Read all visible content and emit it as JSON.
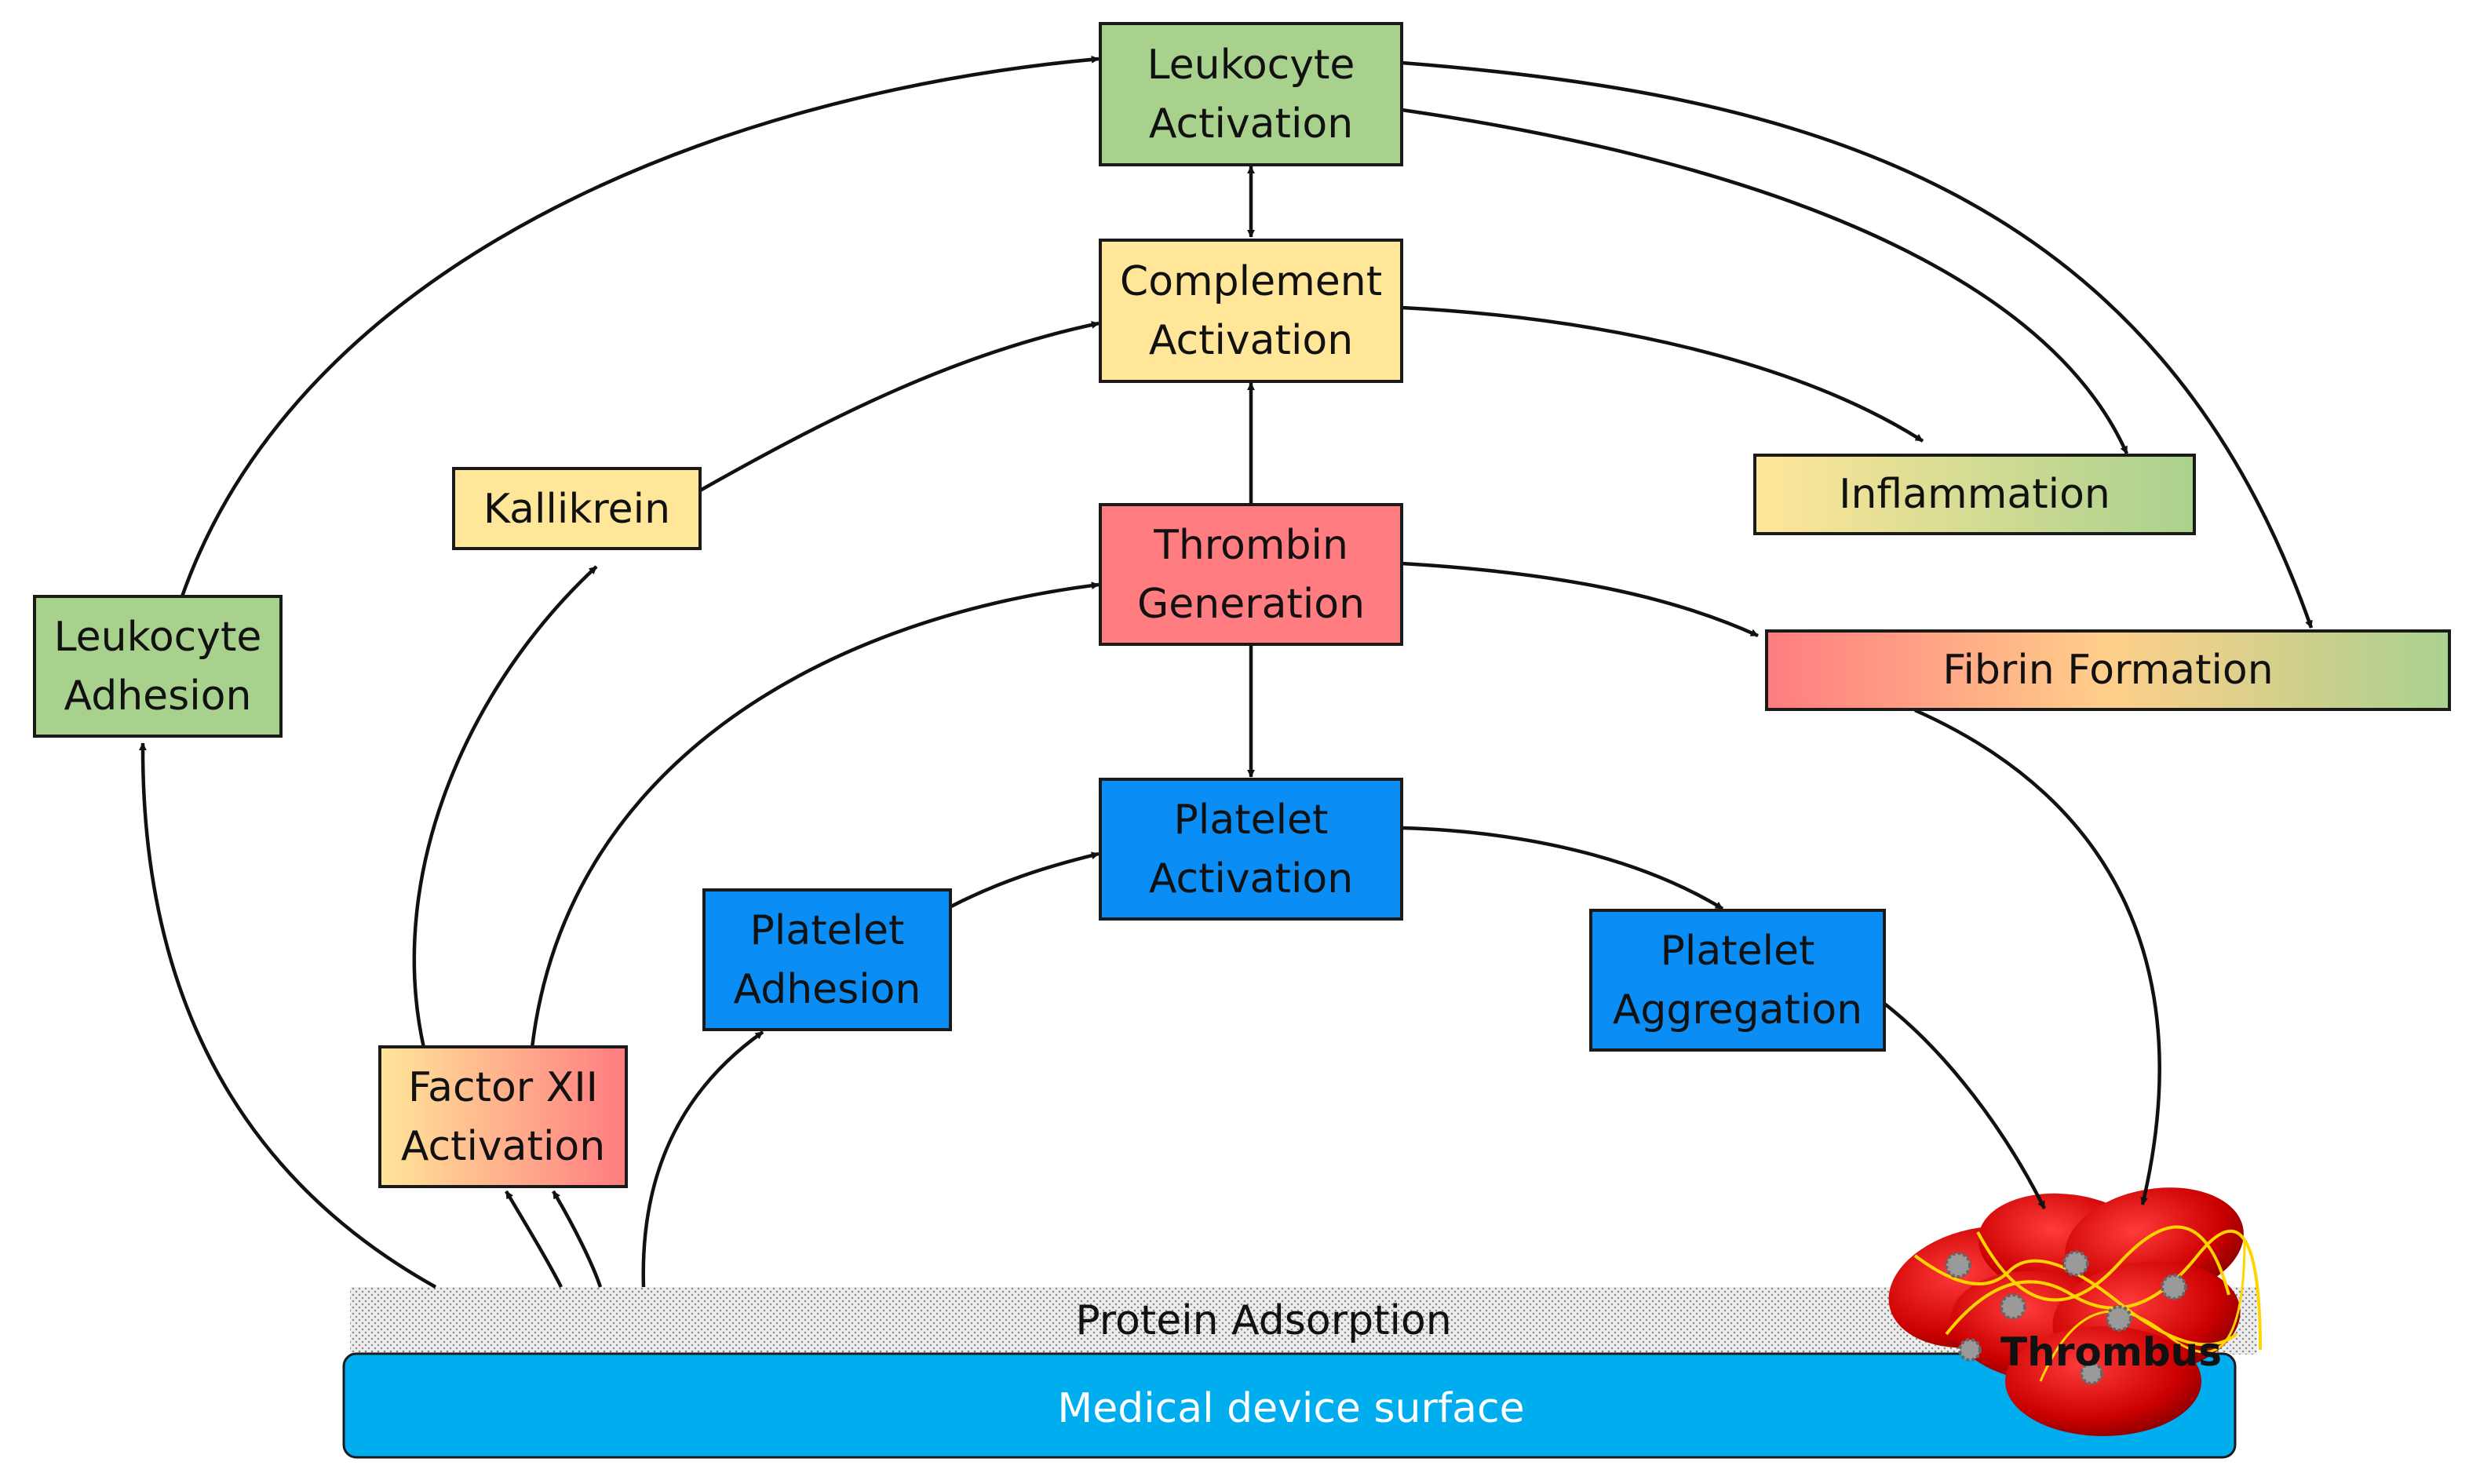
{
  "colors": {
    "green": "#a9d18e",
    "yellow": "#ffe699",
    "red": "#ff7c80",
    "blue": "#0a8ef5",
    "surface": "#00adef",
    "thrombus": "#cc0000"
  },
  "nodes": {
    "leukocyte_activation": [
      "Leukocyte",
      "Activation"
    ],
    "complement_activation": [
      "Complement",
      "Activation"
    ],
    "thrombin_generation": [
      "Thrombin",
      "Generation"
    ],
    "platelet_activation": [
      "Platelet",
      "Activation"
    ],
    "platelet_adhesion": [
      "Platelet",
      "Adhesion"
    ],
    "platelet_aggregation": [
      "Platelet",
      "Aggregation"
    ],
    "kallikrein": "Kallikrein",
    "leukocyte_adhesion": [
      "Leukocyte",
      "Adhesion"
    ],
    "factor_xii_activation": [
      "Factor XII",
      "Activation"
    ],
    "inflammation": "Inflammation",
    "fibrin_formation": "Fibrin Formation"
  },
  "surface": {
    "protein_layer": "Protein Adsorption",
    "device": "Medical device surface",
    "thrombus": "Thrombus"
  },
  "edges": [
    {
      "from": "protein_layer",
      "to": "leukocyte_adhesion"
    },
    {
      "from": "protein_layer",
      "to": "factor_xii_activation"
    },
    {
      "from": "protein_layer",
      "to": "factor_xii_activation"
    },
    {
      "from": "protein_layer",
      "to": "platelet_adhesion"
    },
    {
      "from": "leukocyte_adhesion",
      "to": "leukocyte_activation"
    },
    {
      "from": "factor_xii_activation",
      "to": "kallikrein"
    },
    {
      "from": "factor_xii_activation",
      "to": "thrombin_generation"
    },
    {
      "from": "kallikrein",
      "to": "complement_activation"
    },
    {
      "from": "platelet_adhesion",
      "to": "platelet_activation"
    },
    {
      "from": "leukocyte_activation",
      "to": "complement_activation",
      "bidirectional": true
    },
    {
      "from": "thrombin_generation",
      "to": "complement_activation"
    },
    {
      "from": "thrombin_generation",
      "to": "platelet_activation"
    },
    {
      "from": "thrombin_generation",
      "to": "fibrin_formation"
    },
    {
      "from": "complement_activation",
      "to": "inflammation"
    },
    {
      "from": "leukocyte_activation",
      "to": "inflammation"
    },
    {
      "from": "leukocyte_activation",
      "to": "fibrin_formation"
    },
    {
      "from": "platelet_activation",
      "to": "platelet_aggregation"
    },
    {
      "from": "platelet_aggregation",
      "to": "thrombus"
    },
    {
      "from": "fibrin_formation",
      "to": "thrombus"
    }
  ]
}
